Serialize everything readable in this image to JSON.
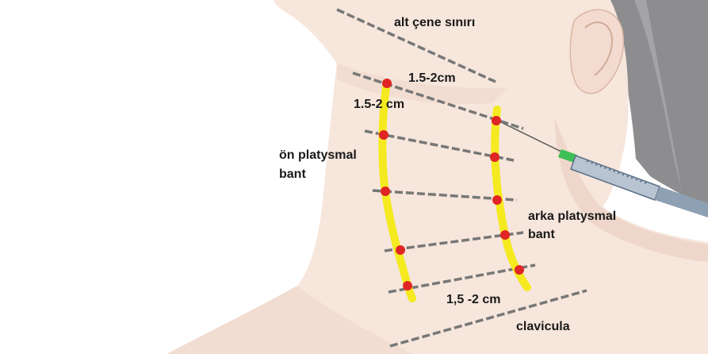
{
  "labels": {
    "jawline": "alt çene sınırı",
    "spacing_top_right": "1.5-2cm",
    "spacing_top_left": "1.5-2 cm",
    "anterior_band_line1": "ön platysmal",
    "anterior_band_line2": "bant",
    "posterior_band_line1": "arka platysmal",
    "posterior_band_line2": "bant",
    "spacing_bottom": "1,5 -2 cm",
    "clavicle": "clavicula"
  },
  "colors": {
    "background": "#ffffff",
    "skin": "#f6e6dc",
    "skin_shadow": "#e9cfc2",
    "hair": "#8d8d8f",
    "band": "#f4ea1f",
    "injection_point": "#e02525",
    "dashed_line": "#777777",
    "syringe": "#5b6f86",
    "needle_hub": "#3cbf55"
  },
  "icons": {
    "syringe": "syringe-icon",
    "injection_point": "red-dot"
  }
}
